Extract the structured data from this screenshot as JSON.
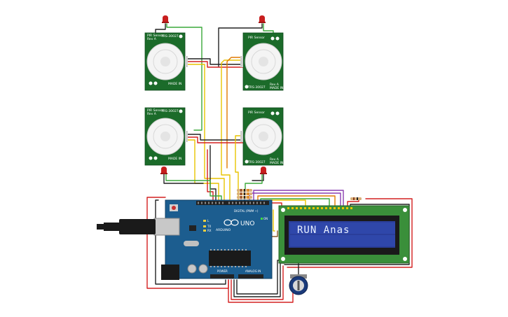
{
  "canvas": {
    "background": "#ffffff"
  },
  "colors": {
    "pcb_green": "#1b6b2a",
    "arduino_blue": "#1c5d8f",
    "lcd_screen": "#2a3e9a",
    "lcd_board": "#3a8f3a",
    "wire_red": "#d42020",
    "wire_black": "#222222",
    "wire_yellow": "#e8c400",
    "wire_green": "#3aa83a",
    "wire_orange": "#e07a00",
    "wire_purple": "#8a3fb0",
    "wire_brown": "#8a5a2a",
    "led_red": "#c81e1e"
  },
  "pir_sensors": [
    {
      "id": "pir-top-left",
      "label_top": "PIR Sensor",
      "label_top2": "Rev A",
      "part": "TRS-30027",
      "bottom_label": "MADE IN"
    },
    {
      "id": "pir-top-right",
      "label_top": "PIR Sensor",
      "label_top2": "Rev A",
      "part": "TRS-30027",
      "bottom_label": "MADE IN"
    },
    {
      "id": "pir-bottom-left",
      "label_top": "PIR Sensor",
      "label_top2": "Rev A",
      "part": "TRS-30027",
      "bottom_label": "MADE IN"
    },
    {
      "id": "pir-bottom-right",
      "label_top": "PIR Sensor",
      "label_top2": "Rev A",
      "part": "TRS-30027",
      "bottom_label": "MADE IN"
    }
  ],
  "arduino": {
    "brand": "ARDUINO",
    "model": "UNO",
    "digital_label": "DIGITAL (PWM ~)",
    "power_label": "POWER",
    "analog_label": "ANALOG IN",
    "tx_label": "TX",
    "rx_label": "RX",
    "l_label": "L",
    "on_label": "ON"
  },
  "lcd": {
    "text_line1": "RUN Anas",
    "text_line2": ""
  },
  "potentiometer": {
    "name": "contrast-potentiometer"
  },
  "resistors": {
    "count": 5
  }
}
